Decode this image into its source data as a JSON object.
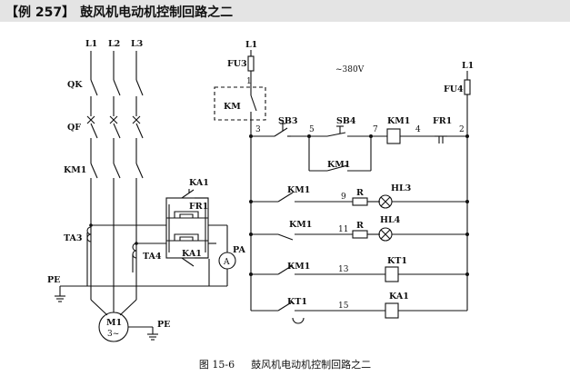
{
  "header": {
    "tag": "【例 257】",
    "title": "鼓风机电动机控制回路之二"
  },
  "labels": {
    "L1": "L1",
    "L2": "L2",
    "L3": "L3",
    "QK": "QK",
    "QF": "QF",
    "KM1": "KM1",
    "TA3": "TA3",
    "TA4": "TA4",
    "PE": "PE",
    "M1": "M1",
    "M1_sub": "3~",
    "KA1": "KA1",
    "FR1": "FR1",
    "PA": "PA",
    "A": "A",
    "FU3": "FU3",
    "FU4": "FU4",
    "KM": "KM",
    "voltage": "~380V",
    "SB3": "SB3",
    "SB4": "SB4",
    "HL3": "HL3",
    "HL4": "HL4",
    "KT1": "KT1",
    "R": "R",
    "n1": "1",
    "n2": "2",
    "n3": "3",
    "n4": "4",
    "n5": "5",
    "n7": "7",
    "n9": "9",
    "n11": "11",
    "n13": "13",
    "n15": "15"
  },
  "caption": {
    "figure_no": "图 15-6",
    "title": "鼓风机电动机控制回路之二"
  }
}
